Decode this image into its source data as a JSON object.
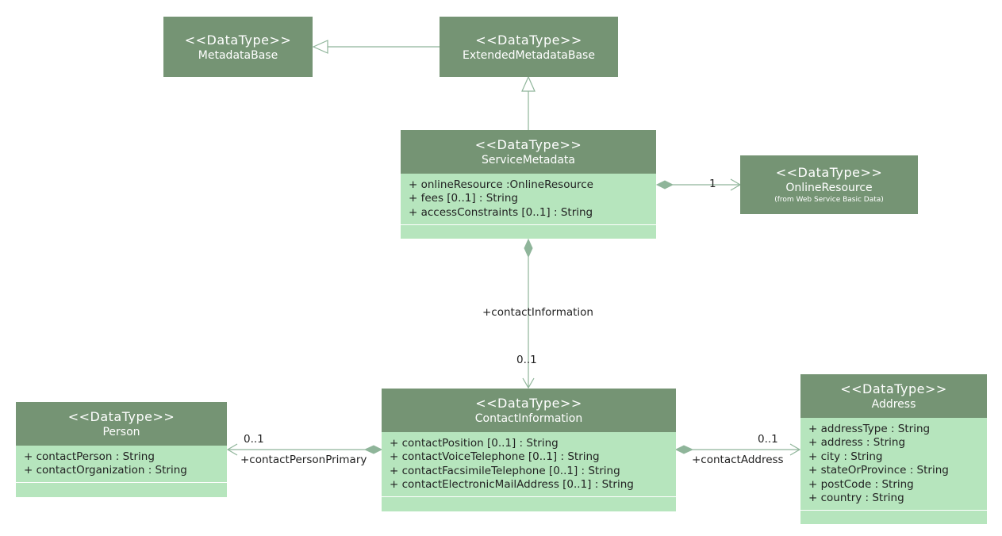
{
  "classes": {
    "metadata_base": {
      "stereotype": "<<DataType>>",
      "name": "MetadataBase"
    },
    "extended_metadata_base": {
      "stereotype": "<<DataType>>",
      "name": "ExtendedMetadataBase"
    },
    "service_metadata": {
      "stereotype": "<<DataType>>",
      "name": "ServiceMetadata",
      "attributes": [
        "+ onlineResource :OnlineResource",
        "+ fees [0..1] : String",
        "+ accessConstraints [0..1] : String"
      ]
    },
    "online_resource": {
      "stereotype": "<<DataType>>",
      "name": "OnlineResource",
      "note": "(from Web Service Basic Data)"
    },
    "contact_information": {
      "stereotype": "<<DataType>>",
      "name": "ContactInformation",
      "attributes": [
        "+ contactPosition [0..1] : String",
        "+ contactVoiceTelephone [0..1] : String",
        "+ contactFacsimileTelephone [0..1] : String",
        "+ contactElectronicMailAddress [0..1] : String"
      ]
    },
    "person": {
      "stereotype": "<<DataType>>",
      "name": "Person",
      "attributes": [
        "+ contactPerson : String",
        "+ contactOrganization : String"
      ]
    },
    "address": {
      "stereotype": "<<DataType>>",
      "name": "Address",
      "attributes": [
        "+ addressType : String",
        "+ address : String",
        "+ city : String",
        "+ stateOrProvince : String",
        "+ postCode : String",
        "+ country : String"
      ]
    }
  },
  "labels": {
    "online_resource_multiplicity": "1",
    "contact_information_role": "+contactInformation",
    "contact_information_multiplicity": "0..1",
    "person_multiplicity": "0..1",
    "person_role": "+contactPersonPrimary",
    "address_multiplicity": "0..1",
    "address_role": "+contactAddress"
  },
  "colors": {
    "header": "#759474",
    "body": "#b6e5bd",
    "line": "#8fb59a"
  }
}
